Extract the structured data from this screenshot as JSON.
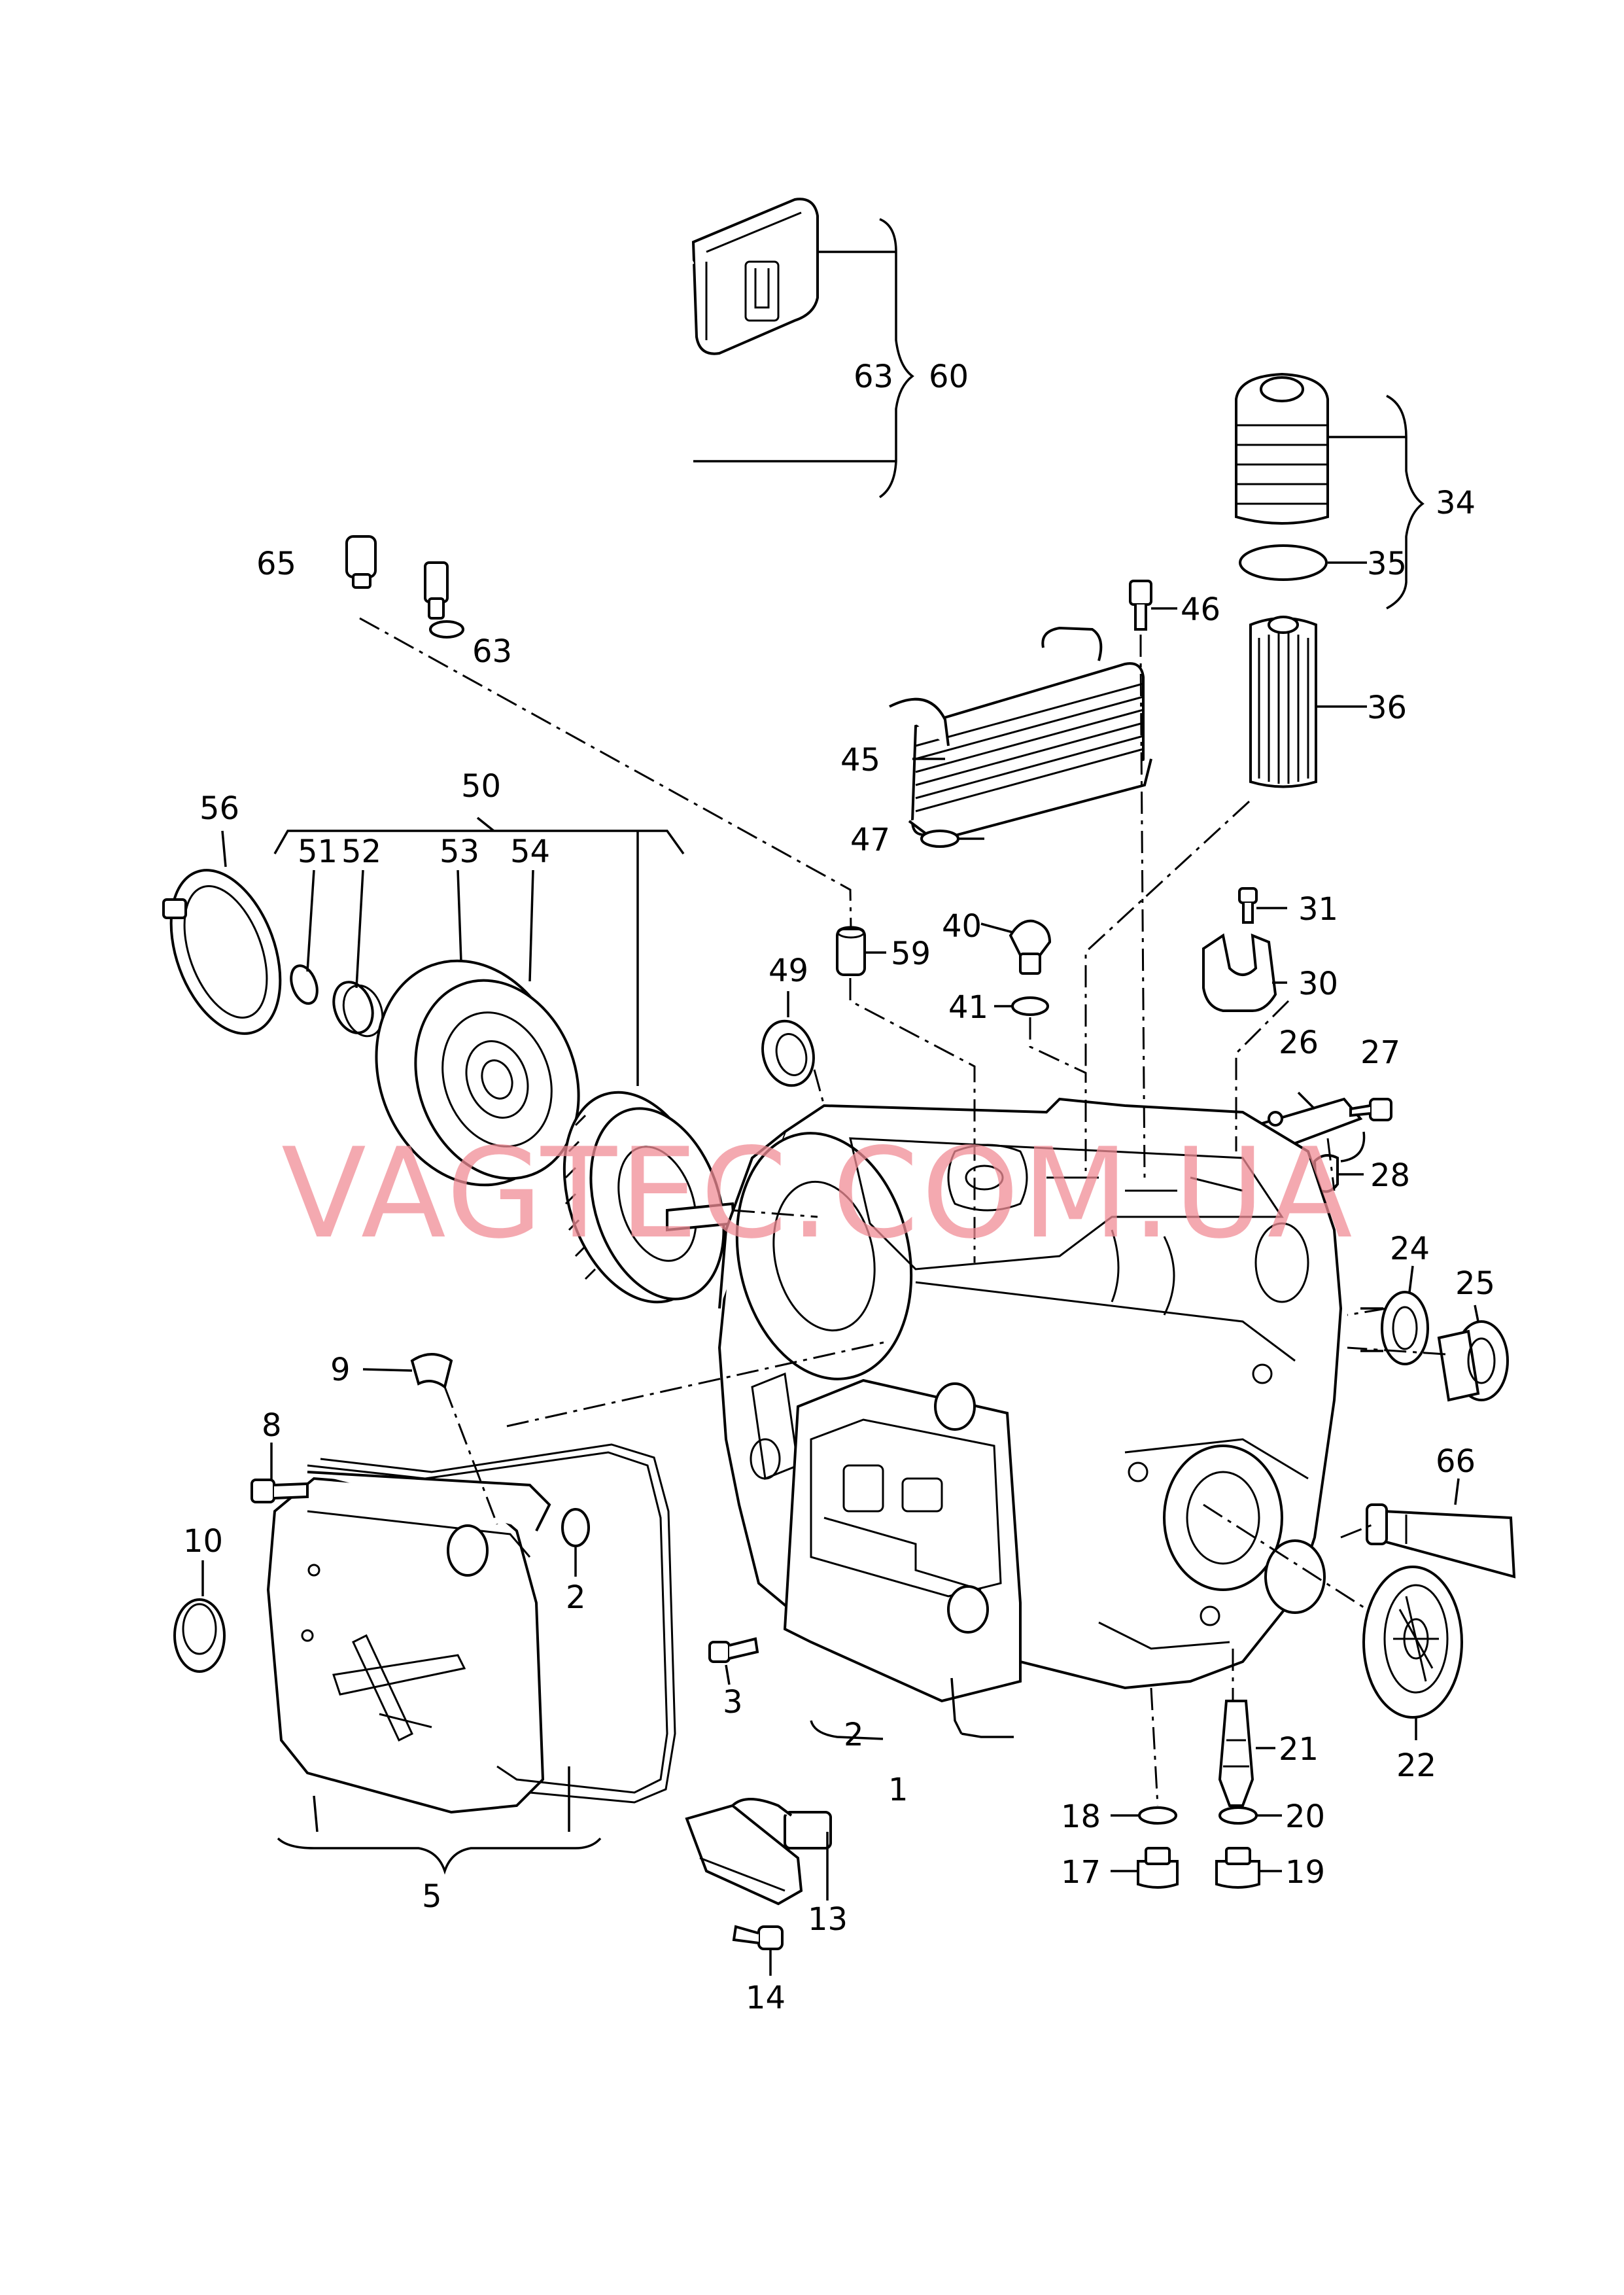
{
  "watermark": "VAGTEC.COM.UA",
  "labels": {
    "l1": "1",
    "l2a": "2",
    "l2b": "2",
    "l3": "3",
    "l5": "5",
    "l8": "8",
    "l9": "9",
    "l10": "10",
    "l13": "13",
    "l14": "14",
    "l17": "17",
    "l18": "18",
    "l19": "19",
    "l20": "20",
    "l21": "21",
    "l22": "22",
    "l24": "24",
    "l25": "25",
    "l26": "26",
    "l27": "27",
    "l28": "28",
    "l30": "30",
    "l31": "31",
    "l34": "34",
    "l35": "35",
    "l36": "36",
    "l40": "40",
    "l41": "41",
    "l45": "45",
    "l46": "46",
    "l47": "47",
    "l49": "49",
    "l50": "50",
    "l51": "51",
    "l52": "52",
    "l53": "53",
    "l54": "54",
    "l56": "56",
    "l59": "59",
    "l60": "60",
    "l63a": "63",
    "l63b": "63",
    "l65": "65",
    "l66": "66"
  }
}
